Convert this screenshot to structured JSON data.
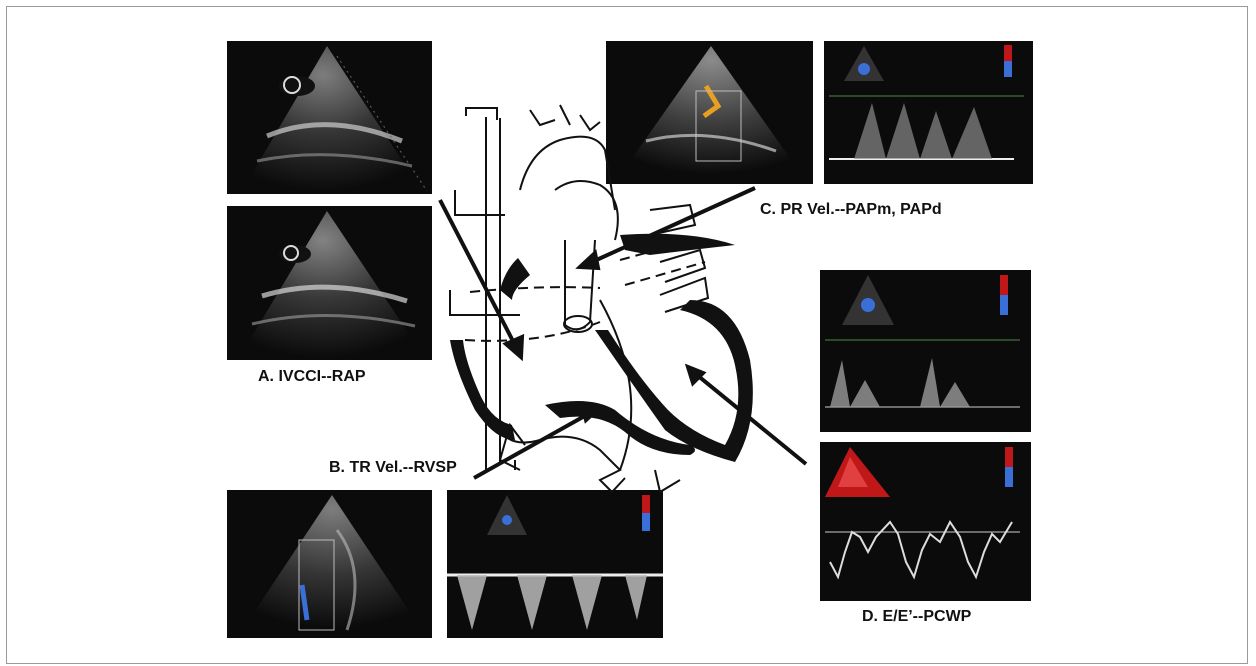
{
  "figure": {
    "labels": {
      "a": "A. IVCCI--RAP",
      "b": "B. TR Vel.--RVSP",
      "c": "C.  PR Vel.--PAPm, PAPd",
      "d": "D.  E/E’--PCWP"
    },
    "colors": {
      "background": "#ffffff",
      "panel": "#0b0b0b",
      "ink": "#111111",
      "doppler_orange": "#e8a020",
      "doppler_red": "#c01818",
      "doppler_blue": "#3a6fd8"
    },
    "panels": [
      {
        "name": "ivc-subcostal-image-1",
        "kind": "echo-2d"
      },
      {
        "name": "ivc-subcostal-image-2",
        "kind": "echo-2d"
      },
      {
        "name": "pr-color-doppler-image",
        "kind": "echo-color"
      },
      {
        "name": "pr-spectral-doppler-image",
        "kind": "spectral-doppler"
      },
      {
        "name": "mitral-inflow-doppler-image",
        "kind": "spectral-doppler"
      },
      {
        "name": "tissue-doppler-image",
        "kind": "tissue-doppler"
      },
      {
        "name": "tr-2d-echo-image",
        "kind": "echo-2d"
      },
      {
        "name": "tr-spectral-doppler-image",
        "kind": "spectral-doppler"
      }
    ]
  }
}
